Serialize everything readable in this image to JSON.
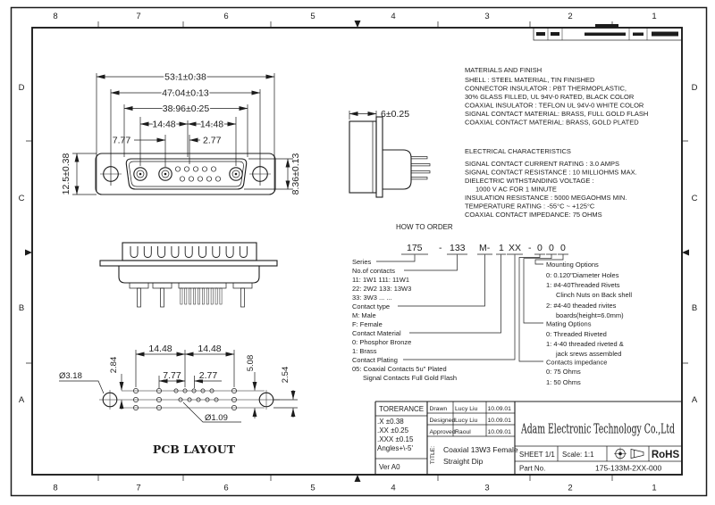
{
  "frame": {
    "cols": [
      "8",
      "7",
      "6",
      "5",
      "4",
      "3",
      "2",
      "1"
    ],
    "rows": [
      "D",
      "C",
      "B",
      "A"
    ]
  },
  "front_view": {
    "dim_53": "53.1±0.38",
    "dim_47": "47.04±0.13",
    "dim_39": "38.96±0.25",
    "dim_14l": "14.48",
    "dim_14r": "14.48",
    "dim_777": "7.77",
    "dim_277": "2.77",
    "dim_h": "12.5±0.38",
    "dim_d": "8.36±0.13"
  },
  "side_view": {
    "dim_6": "6±0.25"
  },
  "pcb": {
    "dim_14l": "14.48",
    "dim_14r": "14.48",
    "dim_777": "7.77",
    "dim_277": "2.77",
    "dim_284": "2.84",
    "dim_508": "5.08",
    "dim_254": "2.54",
    "dia_318": "Ø3.18",
    "dia_109": "Ø1.09",
    "caption": "PCB LAYOUT"
  },
  "materials": {
    "title": "MATERIALS AND FINISH",
    "lines": [
      "SHELL : STEEL MATERIAL, TIN FINISHED",
      "CONNECTOR INSULATOR : PBT THERMOPLASTIC,",
      "30% GLASS FILLED, UL 94V-0 RATED, BLACK COLOR",
      "COAXIAL INSULATOR : TEFLON UL 94V-0 WHITE COLOR",
      "SIGNAL CONTACT MATERIAL: BRASS, FULL GOLD FLASH",
      "COAXIAL CONTACT MATERIAL: BRASS, GOLD PLATED"
    ]
  },
  "electrical": {
    "title": "ELECTRICAL CHARACTERISTICS",
    "lines": [
      "SIGNAL CONTACT CURRENT RATING : 3.0 AMPS",
      "SIGNAL CONTACT RESISTANCE : 10 MILLIOHMS MAX.",
      "DIELECTRIC WITHSTANDING VOLTAGE :",
      "1000 V AC FOR 1 MINUTE",
      "INSULATION RESISTANCE : 5000 MEGAOHMS MIN.",
      "TEMPERATURE RATING : -55°C ~ +125°C",
      "COAXIAL CONTACT IMPEDANCE: 75 OHMS"
    ]
  },
  "order": {
    "title": "HOW TO ORDER",
    "code_segments": [
      "175",
      "-",
      "133",
      "M-",
      "1",
      "XX",
      "-",
      "0",
      "0",
      "0"
    ],
    "left": [
      "Series",
      "No.of contacts",
      "11: 1W1   111: 11W1",
      "22: 2W2   133: 13W3",
      "33: 3W3   ...  ...",
      "Contact type",
      "M: Male",
      "F: Female",
      "Contact Material",
      "0: Phosphor Bronze",
      "1: Brass",
      "Contact Plating",
      "05: Coaxial Contacts 5u\" Plated",
      "Signal Contacts Full Gold Flash"
    ],
    "right": [
      "Mounting Options",
      "0: 0.120\"Diameter Holes",
      "1: #4-40Threaded Rivets",
      "Clinch Nuts on Back shell",
      "2: #4-40 theaded rivites",
      "boards(height=6.0mm)",
      "Mating Options",
      "0: Threaded Riveted",
      "1: 4-40 threaded riveted &",
      "jack srews assembled",
      "Contacts impedance",
      "0: 75 Ohms",
      "1: 50 Ohms"
    ]
  },
  "title_block": {
    "tolerance_title": "TORERANCE",
    "tolerance_rows": [
      ".X    ±0.38",
      ".XX   ±0.25",
      ".XXX ±0.15",
      "Angles+\\-5'"
    ],
    "ver": "Ver A0",
    "approvals": [
      {
        "role": "Drawn",
        "name": "Lucy Liu",
        "date": "10.09.01"
      },
      {
        "role": "Designed",
        "name": "Lucy Liu",
        "date": "10.09.01"
      },
      {
        "role": "Approved",
        "name": "Raoul",
        "date": "10.09.01"
      }
    ],
    "title_label": "TITLE:",
    "title_line1": "Coaxial 13W3 Female",
    "title_line2": "Straight Dip",
    "company": "Adam Electronic Technology Co.,Ltd",
    "sheet": "SHEET 1/1",
    "scale": "Scale: 1:1",
    "rohs": "RoHS",
    "part_label": "Part No.",
    "part_no": "175-133M-2XX-000"
  }
}
